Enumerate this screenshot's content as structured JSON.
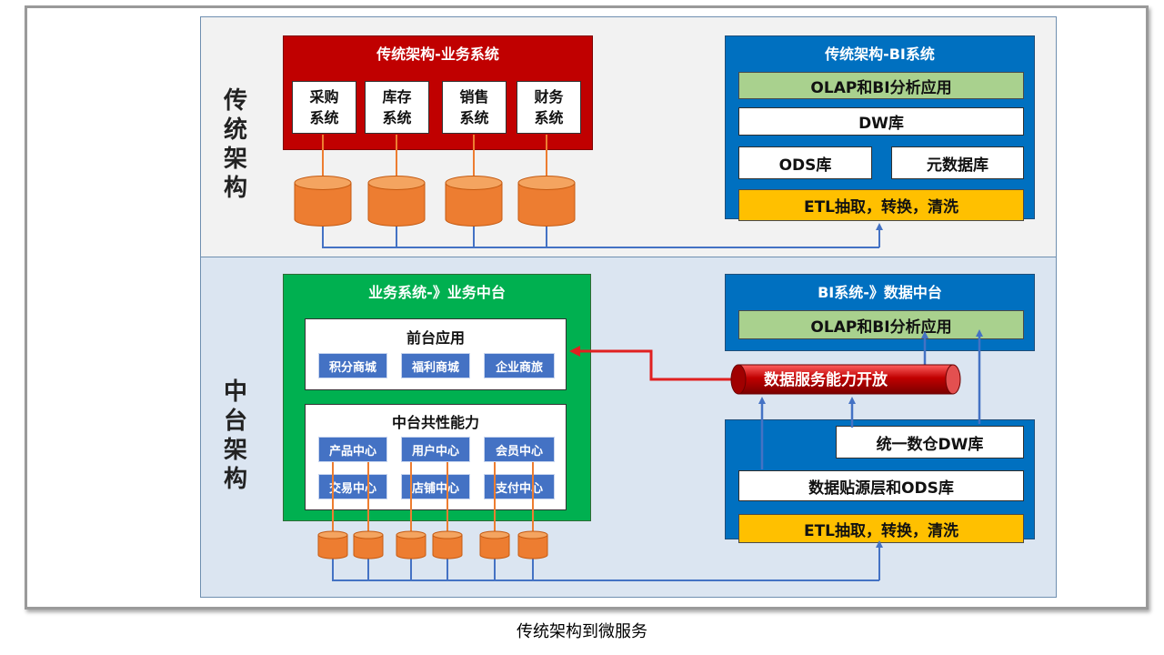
{
  "caption": "传统架构到微服务",
  "traditional": {
    "side_label": [
      "传",
      "统",
      "架",
      "构"
    ],
    "business": {
      "title": "传统架构-业务系统",
      "systems": [
        {
          "line1": "采购",
          "line2": "系统"
        },
        {
          "line1": "库存",
          "line2": "系统"
        },
        {
          "line1": "销售",
          "line2": "系统"
        },
        {
          "line1": "财务",
          "line2": "系统"
        }
      ]
    },
    "bi": {
      "title": "传统架构-BI系统",
      "olap": "OLAP和BI分析应用",
      "dw": "DW库",
      "ods": "ODS库",
      "meta": "元数据库",
      "etl": "ETL抽取，转换，清洗"
    }
  },
  "middle": {
    "side_label": [
      "中",
      "台",
      "架",
      "构"
    ],
    "business": {
      "title": "业务系统-》业务中台",
      "front_title": "前台应用",
      "front_apps": [
        "积分商城",
        "福利商城",
        "企业商旅"
      ],
      "shared_title": "中台共性能力",
      "shared_caps": [
        "产品中心",
        "用户中心",
        "会员中心",
        "交易中心",
        "店铺中心",
        "支付中心"
      ]
    },
    "data": {
      "title": "BI系统-》数据中台",
      "olap": "OLAP和BI分析应用",
      "service": "数据服务能力开放",
      "dw": "统一数仓DW库",
      "ods": "数据贴源层和ODS库",
      "etl": "ETL抽取，转换，清洗"
    }
  },
  "colors": {
    "red": "#c00000",
    "blue": "#0070c0",
    "green": "#00b050",
    "chip": "#4472c4",
    "cylinder": "#ed7d31",
    "line": "#4472c4",
    "arrow": "#e02020"
  }
}
